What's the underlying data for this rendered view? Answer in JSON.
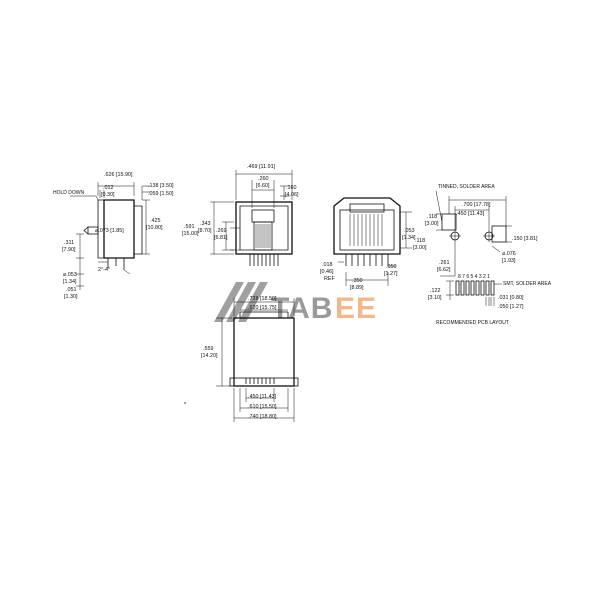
{
  "watermark": {
    "text_dark": "TAB",
    "text_light": "EE",
    "color_dark": "#9a9a9a",
    "color_light": "#f2b88a"
  },
  "side_view": {
    "label_hold_down": "HOLD DOWN",
    "d_626": ".626 [15.90]",
    "d_138": ".138 [3.50]",
    "d_012a": ".012",
    "d_012b": "[0.30]",
    "d_059": ".059 [1.50]",
    "d_425a": ".425",
    "d_425b": "[10.80]",
    "d_073": "⌀.073 [1.85]",
    "d_311a": ".311",
    "d_311b": "[7.90]",
    "d_053a": "⌀.053",
    "d_053b": "[1.34]",
    "d_051a": ".051",
    "d_051b": "[1.30]",
    "d_angle": "2°-4°"
  },
  "front_view": {
    "d_469": ".469 [11.91]",
    "d_260a": ".260",
    "d_260b": "[6.60]",
    "d_160a": ".160",
    "d_160b": "[4.06]",
    "d_591a": ".591",
    "d_591b": "[15.00]",
    "d_343a": ".343",
    "d_343b": "[8.70]",
    "d_269a": ".269",
    "d_269b": "[6.81]"
  },
  "rear_view": {
    "d_053a": ".053",
    "d_053b": "[1.34]",
    "d_018a": ".018",
    "d_018b": "[0.46]",
    "d_ref": "REF",
    "d_350a": ".350",
    "d_350b": "[8.89]",
    "d_050a": ".050",
    "d_050b": "[1.27]"
  },
  "top_view": {
    "d_728": ".728 [18.50]",
    "d_620": ".620 [15.75]",
    "d_559a": ".559",
    "d_559b": "[14.20]",
    "d_450": ".450 [11.43]",
    "d_610": ".610 [15.50]",
    "d_740": ".740 [18.80]"
  },
  "pcb_layout": {
    "label_tinned": "TINNED, SOLDER AREA",
    "d_700": ".700 [17.78]",
    "d_450": ".450 [11.43]",
    "d_118a_1": ".118",
    "d_118a_2": "[3.00]",
    "d_118b_1": ".118",
    "d_118b_2": "[3.00]",
    "d_150": ".150 [3.81]",
    "d_261a": ".261",
    "d_261b": "[6.62]",
    "d_076a": "⌀.076",
    "d_076b": "[1.93]",
    "pin_numbers": "8 7 6 5 4 3 2 1",
    "label_smt": "SMT, SOLDER AREA",
    "d_122a": ".122",
    "d_122b": "[3.10]",
    "d_031": ".031 [0.80]",
    "d_050": ".050 [1.27]",
    "title": "RECOMMENDED PCB LAYOUT"
  }
}
